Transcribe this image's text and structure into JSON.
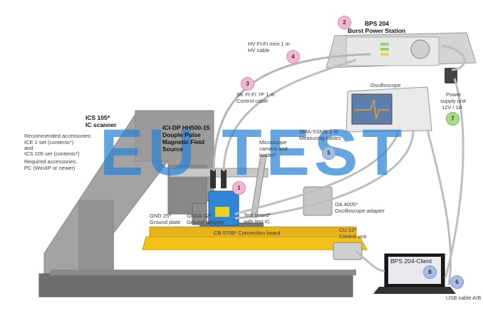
{
  "labels": {
    "bps_title": "BPS 204",
    "bps_subtitle": "Burst Power Station",
    "hv_cable": "HV FI-FI mini 1 m",
    "hv_cable2": "HV cable",
    "sk_cable": "SK FI-FI 7P 1 m",
    "sk_cable2": "Control cable",
    "oscilloscope": "Oscilloscope",
    "psu1": "Power",
    "psu2": "supply unit",
    "psu3": "12V / 1A",
    "ics_title1": "ICS 105*",
    "ics_title2": "IC scanner",
    "icidp1": "ICI-DP HH500-15",
    "icidp2": "Douple Pulse",
    "icidp3": "Magnetic Field",
    "icidp4": "Source",
    "rec1": "Recommended accessories:",
    "rec2": "ICE 1 set (contents*)",
    "rec3": "and",
    "rec4": "ICS 105 set (contents*)",
    "req1": "Required accessories:",
    "req2": "PC (WinXP or newer)",
    "sma1": "SMA-SSMB 1 m",
    "sma2": "Measuring cables",
    "micro1": "Microscope",
    "micro2": "camera and",
    "micro3": "holder*",
    "oa1": "OA 4005*",
    "oa2": "Oscilloscope adapter",
    "test1": "Test board*",
    "test2": "with test IC",
    "gnd1": "GND 25*",
    "gnd2": "Ground plate",
    "gnda1": "GNDA 02*",
    "gnda2": "Ground adapter",
    "cu1": "CU 22*",
    "cu2": "Control unit",
    "cb": "CB 0708* Connection board",
    "pc_client": "BPS 204-Client",
    "pc1": "PC",
    "pc2": "USB cable A/B",
    "watermark": "EU TEST"
  },
  "badges": [
    "2",
    "4",
    "3",
    "7",
    "1",
    "5",
    "8",
    "6"
  ],
  "colors": {
    "badge_pink": "#f2b7d2",
    "badge_green": "#a9dc8a",
    "badge_blue": "#a6bde8",
    "watermark": "#2882d7",
    "scanner_gray": "#9a9a9a",
    "base_yellow": "#f2c21b"
  }
}
